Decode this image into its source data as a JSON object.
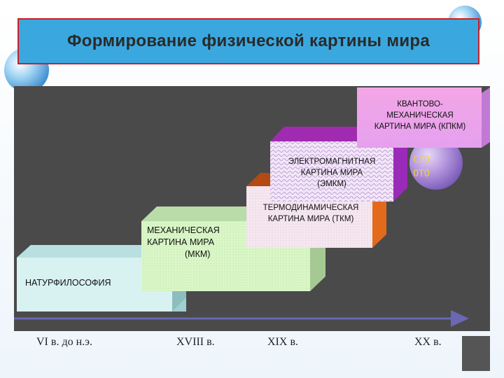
{
  "title": "Формирование физической картины мира",
  "steps": {
    "naturphilosophy": "НАТУРФИЛОСОФИЯ",
    "mechanical": [
      "МЕХАНИЧЕСКАЯ",
      "КАРТИНА МИРА",
      "(МКМ)"
    ],
    "thermodynamic": [
      "ТЕРМОДИНАМИЧЕСКАЯ",
      "КАРТИНА МИРА (ТКМ)"
    ],
    "electromagnetic": [
      "ЭЛЕКТРОМАГНИТНАЯ",
      "КАРТИНА МИРА",
      "(ЭМКМ)"
    ],
    "quantum": [
      "КВАНТОВО-",
      "МЕХАНИЧЕСКАЯ",
      "КАРТИНА МИРА (КПКМ)"
    ]
  },
  "sphere": {
    "line1": "СТО",
    "line2": "ОТО"
  },
  "timeline": [
    "VI в. до н.э.",
    "XVIII в.",
    "XIX в.",
    "XX в."
  ],
  "colors": {
    "title_bg": "#3aa8df",
    "title_border": "#c8202a",
    "step1": "#d8f1f1",
    "step2": "#d9f7c6",
    "step3": "#f6e6f0",
    "step4": "#f3e9f9",
    "step5": "#e7a8ee",
    "axis": "#6a67b5"
  }
}
